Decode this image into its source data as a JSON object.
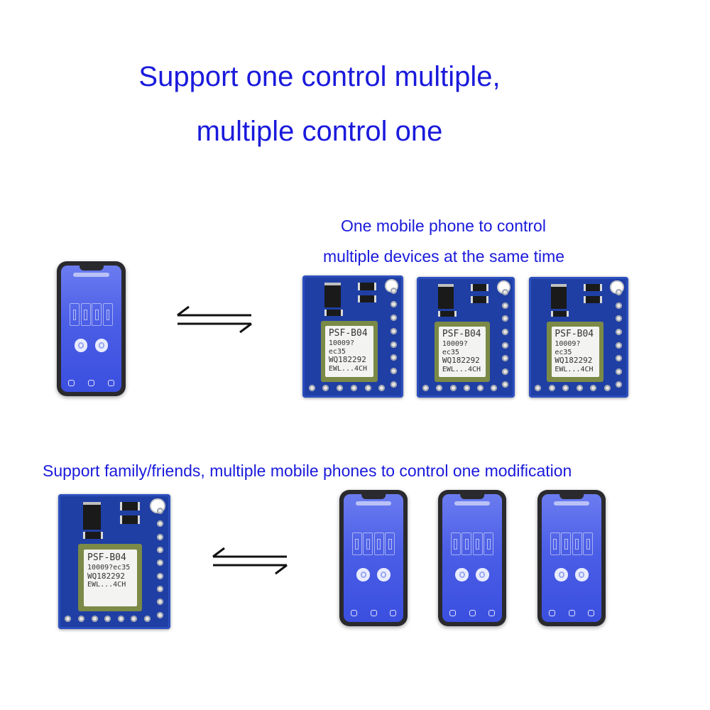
{
  "headline": {
    "line1": "Support one control multiple,",
    "line2": "multiple control one"
  },
  "section_one": {
    "caption_line1": "One mobile phone to control",
    "caption_line2": "multiple devices at the same time"
  },
  "section_two": {
    "caption": "Support family/friends, multiple mobile phones to control one modification"
  },
  "module_label": {
    "model": "PSF-B04",
    "id": "10009?ec35",
    "code": "WQ182292",
    "tag": "EWL...4CH"
  },
  "colors": {
    "text_blue": "#1a1adc",
    "board_blue": "#1f3fa4",
    "app_blue": "#4b5ee6"
  },
  "icons": {
    "arrows": "left-right-harpoons-icon",
    "phone": "smartphone-app-icon",
    "board": "relay-board-icon"
  }
}
